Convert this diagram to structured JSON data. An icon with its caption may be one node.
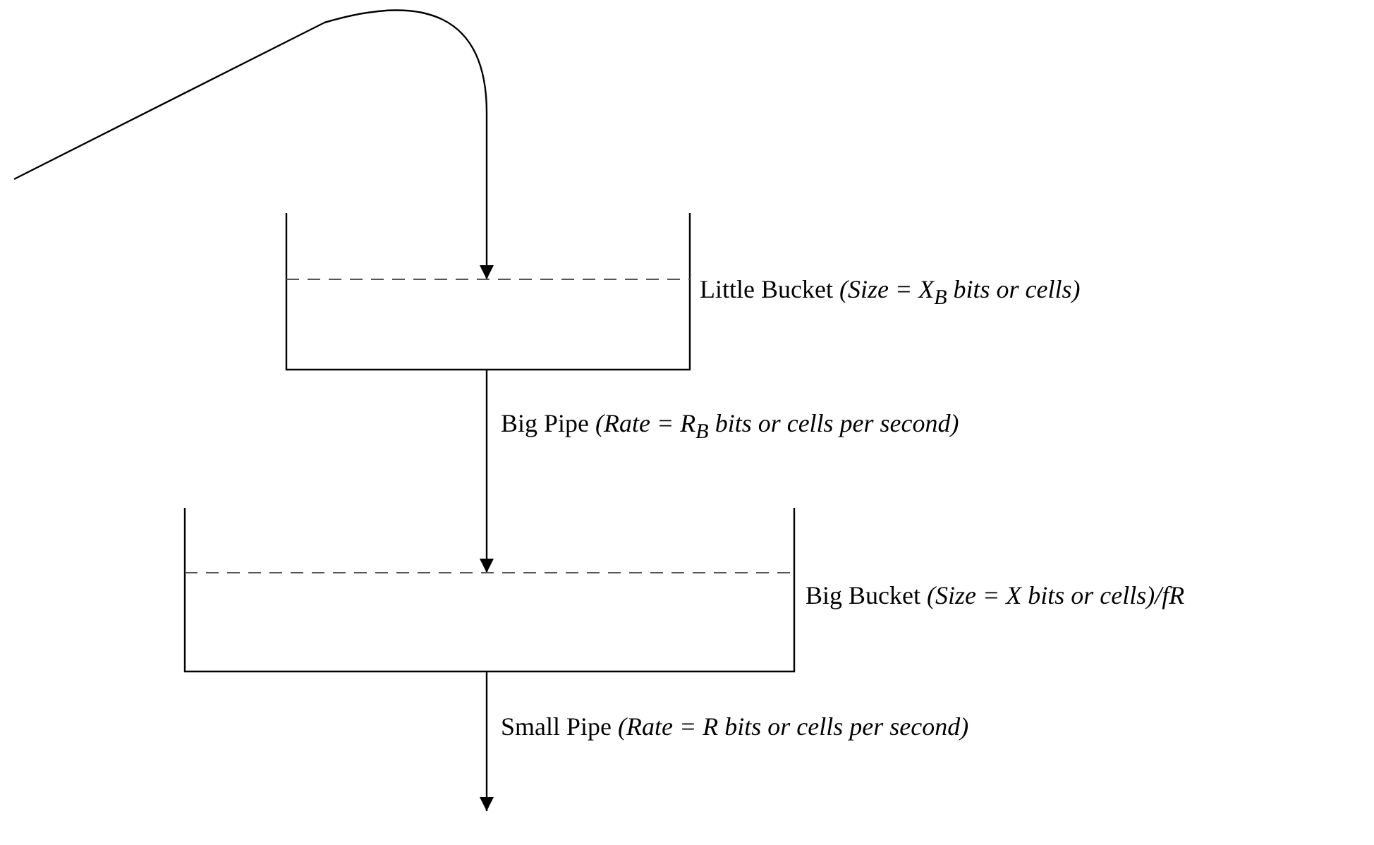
{
  "diagram": {
    "nodes": [
      {
        "text": [
          "Little Bucket *(Size = X$_{B}$ bits or cells)*"
        ]
      },
      {
        "text": [
          "Big Bucket *(Size = X bits or cells)/fR*"
        ]
      }
    ],
    "edges": [
      {
        "from": null,
        "to": 0,
        "arrow": "to"
      },
      {
        "from": 0,
        "to": 1,
        "arrow": "to",
        "label": "Big Pipe *(Rate = R$_{B}$ bits or cells per second)*"
      },
      {
        "from": 1,
        "to": null,
        "arrow": "to",
        "label": "Small Pipe *(Rate = R bits or cells per second)*"
      }
    ]
  }
}
